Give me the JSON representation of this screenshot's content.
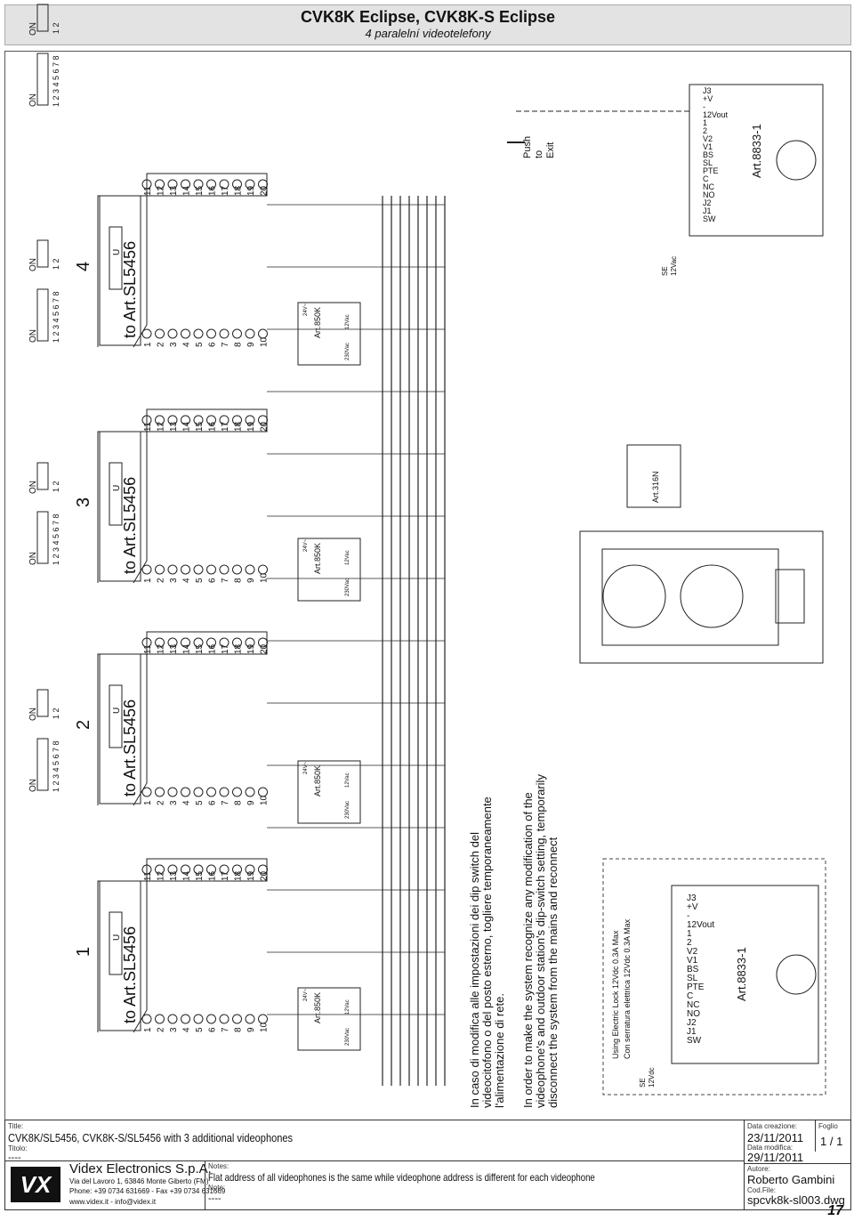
{
  "header": {
    "title": "CVK8K Eclipse, CVK8K-S Eclipse",
    "subtitle": "4 paralelní videotelefony"
  },
  "monitors": [
    {
      "number": "1",
      "label": "to Art.SL5456"
    },
    {
      "number": "2",
      "label": "to Art.SL5456"
    },
    {
      "number": "3",
      "label": "to Art.SL5456"
    },
    {
      "number": "4",
      "label": "to Art.SL5456"
    }
  ],
  "dip": {
    "on": "ON",
    "left_numbers": "1 2 3 4 5 6 7 8",
    "right_numbers": "1 2"
  },
  "monitor_symbol": "U",
  "terminals_left": [
    "1",
    "2",
    "3",
    "4",
    "5",
    "6",
    "7",
    "8",
    "9",
    "10"
  ],
  "terminals_right": [
    "11",
    "12",
    "13",
    "14",
    "15",
    "16",
    "17",
    "18",
    "19",
    "20"
  ],
  "psu": {
    "label": "Art.850K",
    "in": "230Vac",
    "out": "12Vac",
    "sup": "24V~"
  },
  "modules": {
    "art8833": "Art.8833-1",
    "art316n": "Art.316N",
    "terminals": [
      "J3",
      "+V",
      "-",
      "12Vout",
      "1",
      "2",
      "V2",
      "V1",
      "BS",
      "SL",
      "PTE",
      "C",
      "NC",
      "NO",
      "J2",
      "J1",
      "SW"
    ],
    "push": [
      "Push",
      "to",
      "Exit"
    ],
    "se": [
      "SE",
      "12Vac"
    ],
    "se2": [
      "SE",
      "12Vdc"
    ],
    "lock_note": [
      "Using Electric Lock 12Vdc 0.3A Max",
      "Con serratura elettrica 12Vdc 0.3A Max"
    ]
  },
  "notes": {
    "it": [
      "In caso di modifica alle impostazioni dei dip switch del",
      "videocitofono o del posto esterno, togliere temporaneamente",
      "l'alimentazione di rete."
    ],
    "en": [
      "In order to make the system recognize any modification of the",
      "videophone's and outdoor station's dip-switch setting, temporarily",
      "disconnect the system from the mains and reconnect"
    ]
  },
  "titleblock": {
    "title_label": "Title:",
    "title": "CVK8K/SL5456, CVK8K-S/SL5456 with 3 additional videophones",
    "titolo_label": "Titolo:",
    "titolo": "----",
    "company": "Videx Electronics S.p.A.",
    "address": "Via del Lavoro 1, 63846 Monte Giberto (FM)",
    "phone": "Phone: +39 0734 631669 - Fax +39 0734 631669",
    "web": "www.videx.it - info@videx.it",
    "notes_label": "Notes:",
    "notes": "Flat address of all videophones is the same while videophone address is different for each videophone",
    "note_label": "Note:",
    "note": "----",
    "created_label": "Data creazione:",
    "created": "23/11/2011",
    "modified_label": "Data modifica:",
    "modified": "29/11/2011",
    "author_label": "Autore:",
    "author": "Roberto Gambini",
    "file_label": "Cod.File:",
    "file": "spcvk8k-sl003.dwg",
    "sheet_label": "Foglio",
    "sheet": "1 / 1",
    "page": "17"
  }
}
